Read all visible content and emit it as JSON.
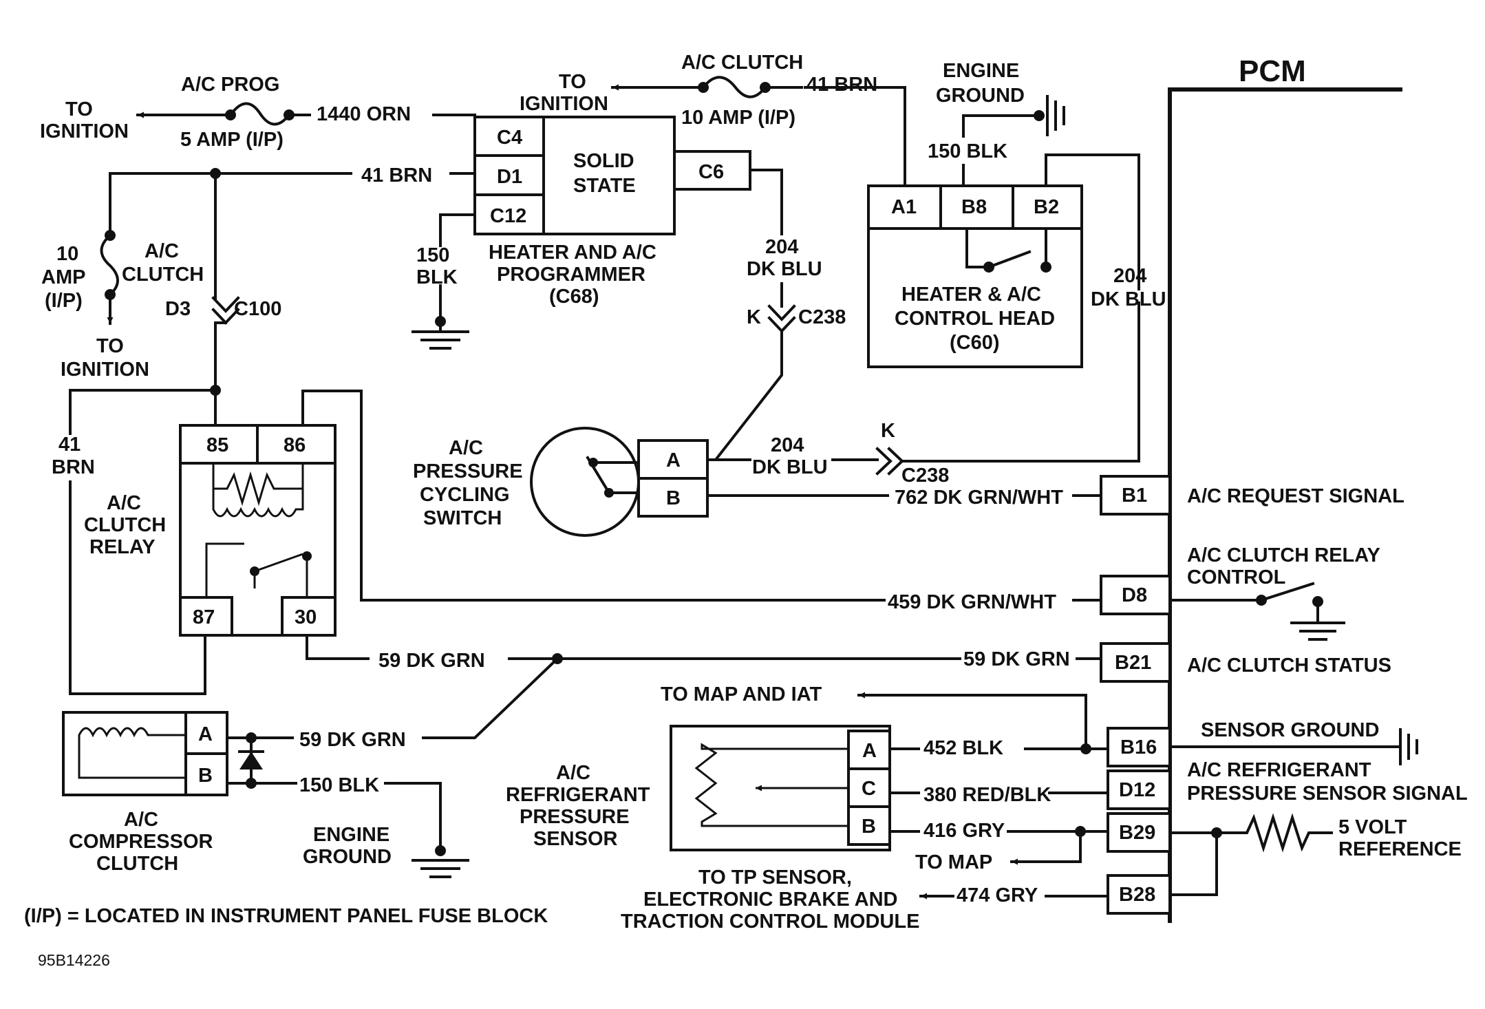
{
  "pcm": {
    "title": "PCM",
    "pins": [
      "B1",
      "D8",
      "B21",
      "B16",
      "D12",
      "B29",
      "B28"
    ],
    "signals": {
      "b1": "A/C REQUEST SIGNAL",
      "d8_1": "A/C CLUTCH RELAY",
      "d8_2": "CONTROL",
      "b21": "A/C CLUTCH STATUS",
      "b16": "SENSOR GROUND",
      "d12_1": "A/C REFRIGERANT",
      "d12_2": "PRESSURE SENSOR SIGNAL",
      "ref_1": "5 VOLT",
      "ref_2": "REFERENCE"
    }
  },
  "programmer": {
    "pins": [
      "C4",
      "D1",
      "C12",
      "C6"
    ],
    "body_1": "SOLID",
    "body_2": "STATE",
    "name_1": "HEATER AND A/C",
    "name_2": "PROGRAMMER",
    "name_3": "(C68)"
  },
  "control_head": {
    "pins": [
      "A1",
      "B8",
      "B2"
    ],
    "name_1": "HEATER & A/C",
    "name_2": "CONTROL HEAD",
    "name_3": "(C60)"
  },
  "relay": {
    "pins": [
      "85",
      "86",
      "87",
      "30"
    ],
    "name_1": "A/C",
    "name_2": "CLUTCH",
    "name_3": "RELAY"
  },
  "pressure_switch": {
    "pins": [
      "A",
      "B"
    ],
    "name_1": "A/C",
    "name_2": "PRESSURE",
    "name_3": "CYCLING",
    "name_4": "SWITCH"
  },
  "compressor": {
    "pins": [
      "A",
      "B"
    ],
    "name_1": "A/C",
    "name_2": "COMPRESSOR",
    "name_3": "CLUTCH"
  },
  "sensor": {
    "pins": [
      "A",
      "C",
      "B"
    ],
    "name_1": "A/C",
    "name_2": "REFRIGERANT",
    "name_3": "PRESSURE",
    "name_4": "SENSOR"
  },
  "fuses": {
    "prog_1": "A/C PROG",
    "prog_2": "5 AMP (I/P)",
    "clutch_top_1": "A/C CLUTCH",
    "clutch_top_2": "10 AMP (I/P)",
    "left_1": "10",
    "left_2": "AMP",
    "left_3": "(I/P)",
    "left_4": "A/C",
    "left_5": "CLUTCH"
  },
  "labels": {
    "to_ignition_1": "TO",
    "to_ignition_2": "IGNITION",
    "engine_ground_1": "ENGINE",
    "engine_ground_2": "GROUND",
    "to_map_iat": "TO MAP AND IAT",
    "to_map": "TO MAP",
    "to_tp_1": "TO TP SENSOR,",
    "to_tp_2": "ELECTRONIC BRAKE AND",
    "to_tp_3": "TRACTION CONTROL MODULE",
    "connector_d3": "D3",
    "connector_c100": "C100",
    "connector_k": "K",
    "connector_c238": "C238",
    "footnote": "(I/P) = LOCATED IN INSTRUMENT PANEL FUSE BLOCK",
    "figure_id": "95B14226"
  },
  "wires": {
    "w1440": "1440 ORN",
    "w41": "41 BRN",
    "w41a": "41",
    "w41b": "BRN",
    "w150": "150 BLK",
    "w150a": "150",
    "w150b": "BLK",
    "w204a": "204",
    "w204b": "DK BLU",
    "w204c": "204 DK BLU",
    "w762": "762 DK GRN/WHT",
    "w459": "459 DK GRN/WHT",
    "w59": "59 DK GRN",
    "w452": "452 BLK",
    "w380": "380 RED/BLK",
    "w416": "416 GRY",
    "w474": "474 GRY"
  }
}
